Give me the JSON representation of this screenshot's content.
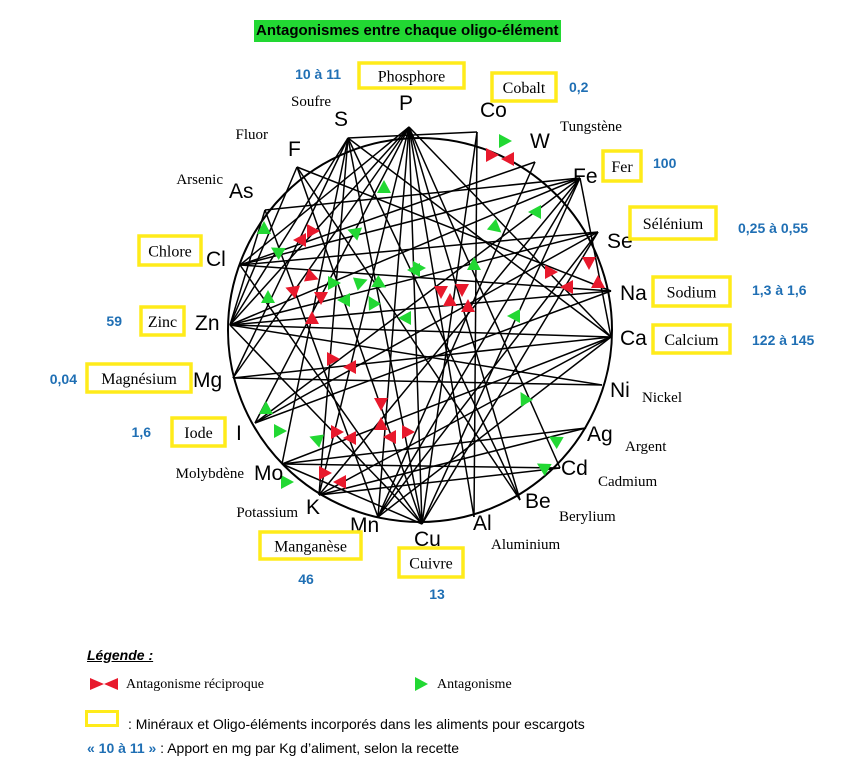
{
  "title": "Antagonismes entre chaque oligo-élément",
  "nodes": [
    {
      "sym": "P",
      "name": ""
    },
    {
      "sym": "Co",
      "name": ""
    },
    {
      "sym": "W",
      "name": "Tungstène"
    },
    {
      "sym": "Fe",
      "name": ""
    },
    {
      "sym": "Se",
      "name": ""
    },
    {
      "sym": "Na",
      "name": ""
    },
    {
      "sym": "Ca",
      "name": ""
    },
    {
      "sym": "Ni",
      "name": "Nickel"
    },
    {
      "sym": "Ag",
      "name": "Argent"
    },
    {
      "sym": "Cd",
      "name": "Cadmium"
    },
    {
      "sym": "Be",
      "name": "Berylium"
    },
    {
      "sym": "Al",
      "name": "Aluminium"
    },
    {
      "sym": "Cu",
      "name": ""
    },
    {
      "sym": "Mn",
      "name": ""
    },
    {
      "sym": "K",
      "name": "Potassium"
    },
    {
      "sym": "Mo",
      "name": "Molybdène"
    },
    {
      "sym": "I",
      "name": ""
    },
    {
      "sym": "Mg",
      "name": ""
    },
    {
      "sym": "Zn",
      "name": ""
    },
    {
      "sym": "Cl",
      "name": ""
    },
    {
      "sym": "As",
      "name": "Arsenic"
    },
    {
      "sym": "F",
      "name": "Fluor"
    },
    {
      "sym": "S",
      "name": "Soufre"
    }
  ],
  "boxed": [
    {
      "label": "Phosphore",
      "value": "10 à 11"
    },
    {
      "label": "Cobalt",
      "value": "0,2"
    },
    {
      "label": "Fer",
      "value": "100"
    },
    {
      "label": "Sélénium",
      "value": "0,25 à 0,55"
    },
    {
      "label": "Sodium",
      "value": "1,3 à 1,6"
    },
    {
      "label": "Calcium",
      "value": "122 à 145"
    },
    {
      "label": "Zinc",
      "value": "59"
    },
    {
      "label": "Magnésium",
      "value": "0,04"
    },
    {
      "label": "Chlore",
      "value": ""
    },
    {
      "label": "Iode",
      "value": "1,6"
    },
    {
      "label": "Manganèse",
      "value": "46"
    },
    {
      "label": "Cuivre",
      "value": "13"
    }
  ],
  "colors": {
    "reciprocal": "#e8192c",
    "single": "#22d833",
    "box": "#ffeb1a",
    "value": "#1f6fb4",
    "title_bg": "#22d833"
  },
  "legend": {
    "title": "Légende :",
    "reciprocal": "Antagonisme réciproque",
    "single": "Antagonisme",
    "box_desc": ": Minéraux et Oligo-éléments incorporés dans les aliments pour escargots",
    "value_example": "« 10 à 11 »",
    "value_desc": " : Apport en mg par Kg d’aliment, selon la recette"
  }
}
